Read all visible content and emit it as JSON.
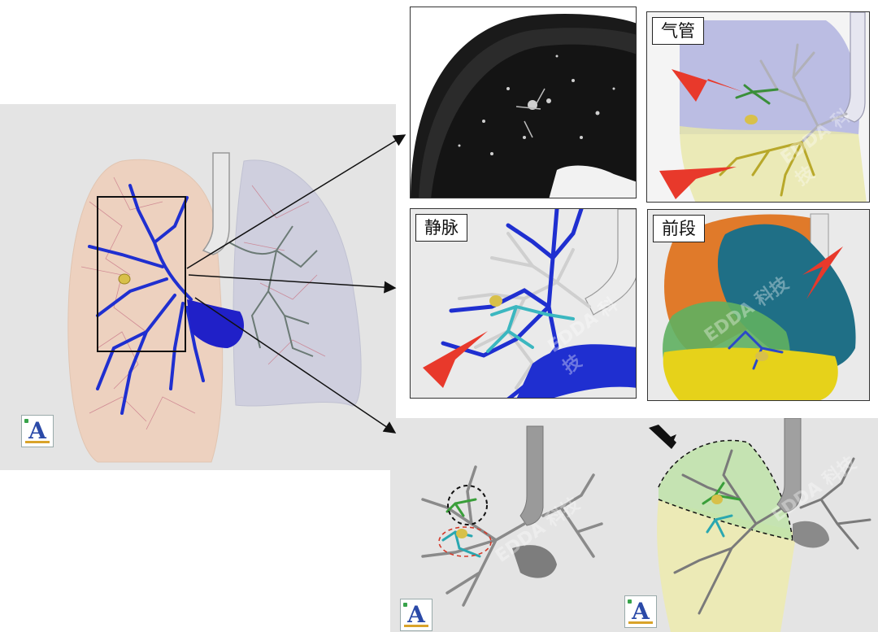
{
  "labels": {
    "trachea": "气管",
    "vein": "静脉",
    "anterior_segment": "前段"
  },
  "watermark": "EDDA 科技",
  "colors": {
    "background": "#ffffff",
    "panel_bg": "#e4e4e4",
    "artery": "#1f2fd0",
    "bronchus": "#d8d8d8",
    "arrow_red": "#e8392b",
    "upper_lobe": "#8c8fd6",
    "lower_lobe": "#e9e7a8",
    "segment_orange": "#e07a2a",
    "segment_teal": "#1f6f86",
    "segment_green": "#5fb061",
    "segment_yellow": "#e6d21a",
    "nodule": "#d8c04a",
    "callout_arrow": "#111111"
  },
  "icons": {
    "logo": "software-logo-icon",
    "pointer_arrows": "red-arrowhead-icon",
    "zoom_arrows": "callout-arrow-icon"
  }
}
